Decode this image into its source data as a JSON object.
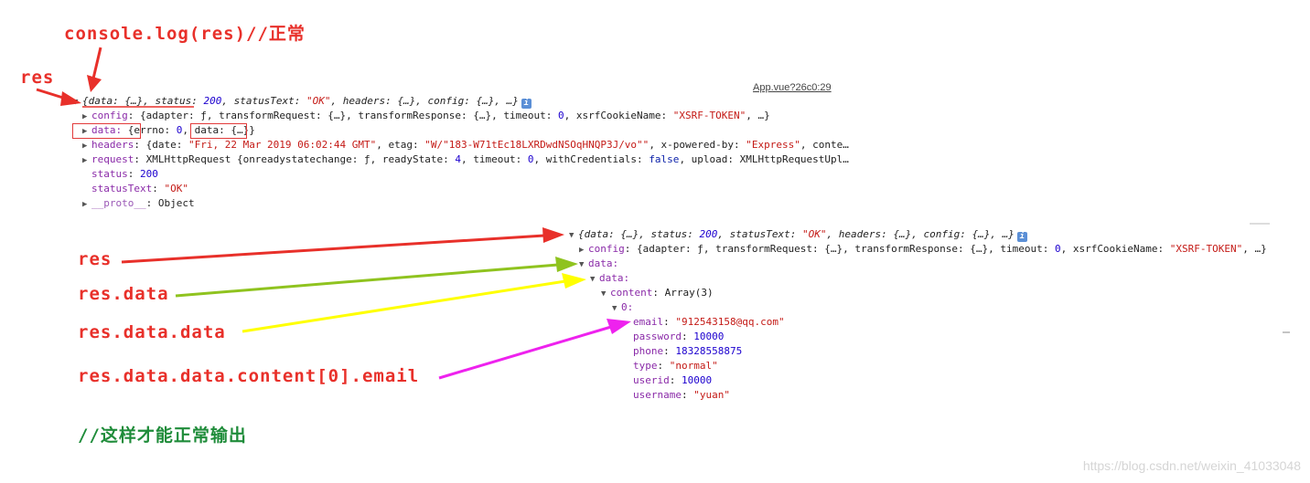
{
  "annotations": {
    "top_caption": "console.log(res)//正常",
    "res_top": "res",
    "res_left": "res",
    "res_data": "res.data",
    "res_data_data": "res.data.data",
    "res_email": "res.data.data.content[0].email",
    "bottom_caption": "//这样才能正常输出"
  },
  "console_top": {
    "source_link": "App.vue?26c0:29",
    "summary": {
      "p1": "{data: {…}, status: ",
      "status": "200",
      "p2": ", statusText: ",
      "statusText": "\"OK\"",
      "p3": ", headers: {…}, config: {…}, …}"
    },
    "config": {
      "key": "config",
      "p1": ": {adapter: ƒ, transformRequest: {…}, transformResponse: {…}, timeout: ",
      "timeout": "0",
      "p2": ", xsrfCookieName: ",
      "xsrf": "\"XSRF-TOKEN\"",
      "p3": ", …}"
    },
    "data": {
      "key": "data:",
      "p1": " {errno: ",
      "errno": "0",
      "p2": ", ",
      "inner": "data: {…}}"
    },
    "headers": {
      "key": "headers",
      "p1": ": {date: ",
      "date": "\"Fri, 22 Mar 2019 06:02:44 GMT\"",
      "p2": ", etag: ",
      "etag": "\"W/\"183-W71tEc18LXRDwdNSOqHNQP3J/vo\"\"",
      "p3": ", x-powered-by: ",
      "xpb": "\"Express\"",
      "p4": ", conte…"
    },
    "request": {
      "key": "request",
      "p1": ": XMLHttpRequest {onreadystatechange: ƒ, readyState: ",
      "rs": "4",
      "p2": ", timeout: ",
      "to": "0",
      "p3": ", withCredentials: ",
      "wc": "false",
      "p4": ", upload: XMLHttpRequestUpl…"
    },
    "status": {
      "key": "status",
      "value": "200"
    },
    "statusText": {
      "key": "statusText",
      "value": "\"OK\""
    },
    "proto": {
      "key": "__proto__",
      "value": ": Object"
    }
  },
  "console_bottom": {
    "summary": {
      "p1": "{data: {…}, status: ",
      "status": "200",
      "p2": ", statusText: ",
      "statusText": "\"OK\"",
      "p3": ", headers: {…}, config: {…}, …}"
    },
    "config": {
      "key": "config",
      "p1": ": {adapter: ƒ, transformRequest: {…}, transformResponse: {…}, timeout: ",
      "timeout": "0",
      "p2": ", xsrfCookieName: ",
      "xsrf": "\"XSRF-TOKEN\"",
      "p3": ", …}"
    },
    "data1": "data:",
    "data2": "data:",
    "content": {
      "key": "content",
      "value": ": Array(3)"
    },
    "idx0": "0:",
    "fields": [
      {
        "key": "email",
        "value": "\"912543158@qq.com\""
      },
      {
        "key": "password",
        "value": "10000"
      },
      {
        "key": "phone",
        "value": "18328558875"
      },
      {
        "key": "type",
        "value": "\"normal\""
      },
      {
        "key": "userid",
        "value": "10000"
      },
      {
        "key": "username",
        "value": "\"yuan\""
      }
    ]
  },
  "watermark": "https://blog.csdn.net/weixin_41033048",
  "colors": {
    "red": "#e8302a",
    "green_arrow": "#8fc31f",
    "yellow_arrow": "#ffff00",
    "magenta_arrow": "#ee22ee"
  }
}
